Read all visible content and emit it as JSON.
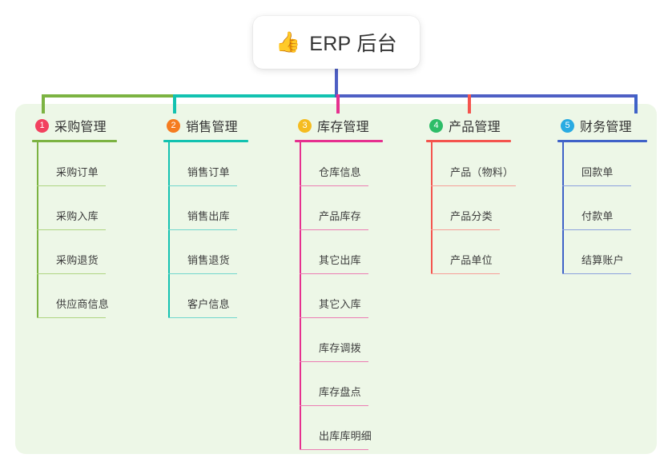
{
  "root": {
    "icon": "thumbs-up-icon",
    "icon_glyph": "👍",
    "title": "ERP 后台"
  },
  "palette": {
    "panel_background": "#edf7e7",
    "page_background": "#ffffff",
    "root_connector": "#4e5fc4"
  },
  "columns": [
    {
      "number": "1",
      "title": "采购管理",
      "badge_color": "#f2415f",
      "line_color": "#7cb342",
      "rule_color": "#aed581",
      "items": [
        "采购订单",
        "采购入库",
        "采购退货",
        "供应商信息"
      ]
    },
    {
      "number": "2",
      "title": "销售管理",
      "badge_color": "#f57c20",
      "line_color": "#12c2b0",
      "rule_color": "#71d7cd",
      "items": [
        "销售订单",
        "销售出库",
        "销售退货",
        "客户信息"
      ]
    },
    {
      "number": "3",
      "title": "库存管理",
      "badge_color": "#f5bc20",
      "line_color": "#e6308f",
      "rule_color": "#ec7cb3",
      "items": [
        "仓库信息",
        "产品库存",
        "其它出库",
        "其它入库",
        "库存调拨",
        "库存盘点",
        "出库库明细"
      ]
    },
    {
      "number": "4",
      "title": "产品管理",
      "badge_color": "#2ebd68",
      "line_color": "#f4544e",
      "rule_color": "#f79d96",
      "items": [
        "产品（物料）",
        "产品分类",
        "产品单位"
      ]
    },
    {
      "number": "5",
      "title": "财务管理",
      "badge_color": "#29abe2",
      "line_color": "#3f62c8",
      "rule_color": "#8aa0dd",
      "items": [
        "回款单",
        "付款单",
        "结算账户"
      ]
    }
  ],
  "connector_bar": {
    "segments": [
      {
        "name": "segment-green",
        "color": "#7cb342"
      },
      {
        "name": "segment-teal",
        "color": "#12c2b0"
      },
      {
        "name": "segment-blue",
        "color": "#4e5fc4"
      }
    ]
  }
}
